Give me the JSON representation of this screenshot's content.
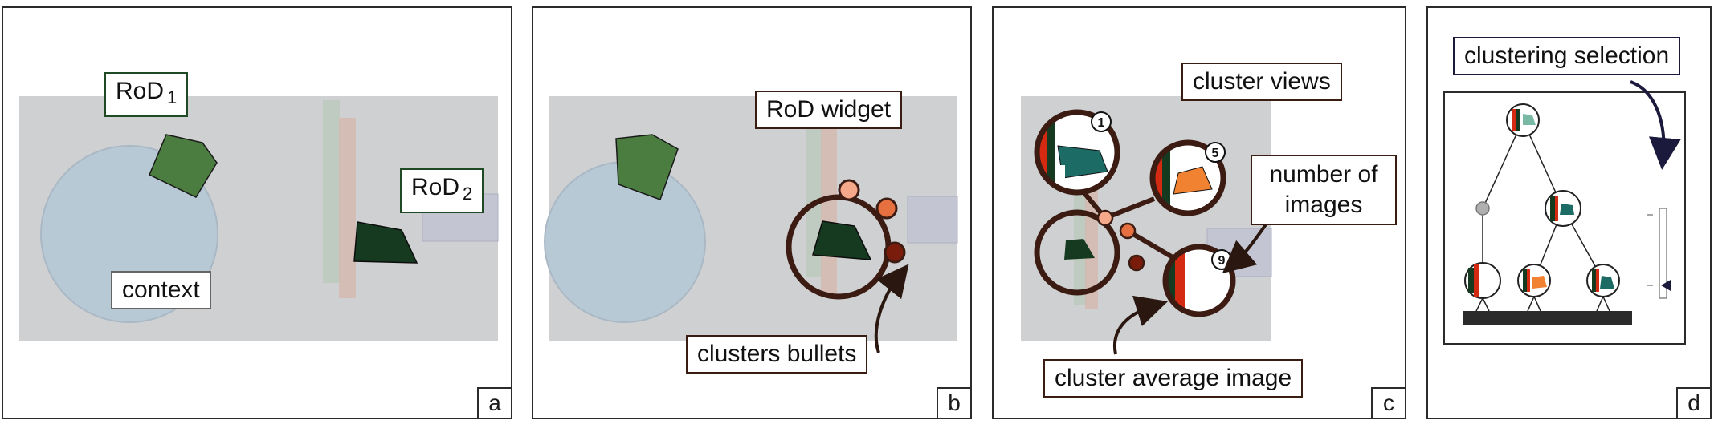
{
  "panels": [
    {
      "id": "a",
      "corner": "a"
    },
    {
      "id": "b",
      "corner": "b"
    },
    {
      "id": "c",
      "corner": "c"
    },
    {
      "id": "d",
      "corner": "d"
    }
  ],
  "labels": {
    "rod1_main": "RoD",
    "rod1_sub": "1",
    "rod2_main": "RoD",
    "rod2_sub": "2",
    "context": "context",
    "rod_widget": "RoD widget",
    "clusters_bullets": "clusters bullets",
    "cluster_views": "cluster views",
    "number_of_images": "number of images",
    "cluster_average_image": "cluster average image",
    "clustering_selection": "clustering selection"
  },
  "badges": [
    "1",
    "5",
    "9"
  ],
  "colors": {
    "rod_green": "#4a7d3f",
    "rod_dark": "#163a1f",
    "teal": "#1c6b65",
    "orange": "#f08232",
    "red": "#d42a12",
    "widget_brown": "#3c1c12",
    "bullet_light": "#f6a98a",
    "bullet_mid": "#e6703f",
    "bullet_dark": "#7a1c0b",
    "context_blue": "#b8c9d6",
    "background_gray": "#cfd0d2"
  }
}
